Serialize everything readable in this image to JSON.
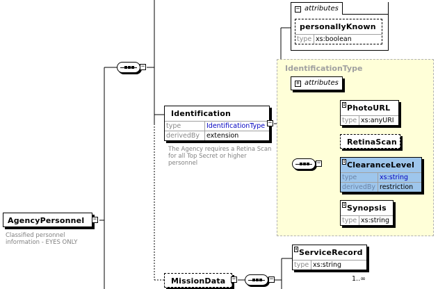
{
  "agency": {
    "name": "AgencyPersonnel",
    "note_line1": "Classified personnel",
    "note_line2": "information - EYES ONLY",
    "toggle": "−"
  },
  "identification": {
    "name": "Identification",
    "type_key": "type",
    "type_value": "IdentificationType",
    "derived_key": "derivedBy",
    "derived_value": "extension",
    "note_line1": "The Agency requires a Retina Scan",
    "note_line2": "for all Top Secret or higher",
    "note_line3": "personnel"
  },
  "attributes_top": {
    "label": "attributes",
    "toggle": "−",
    "attr_name": "personallyKnown",
    "type_key": "type",
    "type_value": "xs:boolean"
  },
  "identification_type": {
    "label": "IdentificationType",
    "attributes_label": "attributes",
    "attributes_toggle": "+"
  },
  "photo_url": {
    "name": "PhotoURL",
    "type_key": "type",
    "type_value": "xs:anyURI"
  },
  "retina_scan": {
    "name": "RetinaScan"
  },
  "clearance_level": {
    "name": "ClearanceLevel",
    "type_key": "type",
    "type_value": "xs:string",
    "derived_key": "derivedBy",
    "derived_value": "restriction"
  },
  "synopsis": {
    "name": "Synopsis",
    "type_key": "type",
    "type_value": "xs:string"
  },
  "mission_data": {
    "name": "MissionData"
  },
  "service_record": {
    "name": "ServiceRecord",
    "type_key": "type",
    "type_value": "xs:string",
    "cardinality": "1..∞"
  },
  "colors": {
    "group_fill": "#ffffd8",
    "group_border": "#b0b0b0",
    "selected_fill": "#9ec6ec",
    "value_link": "#0000c0"
  }
}
